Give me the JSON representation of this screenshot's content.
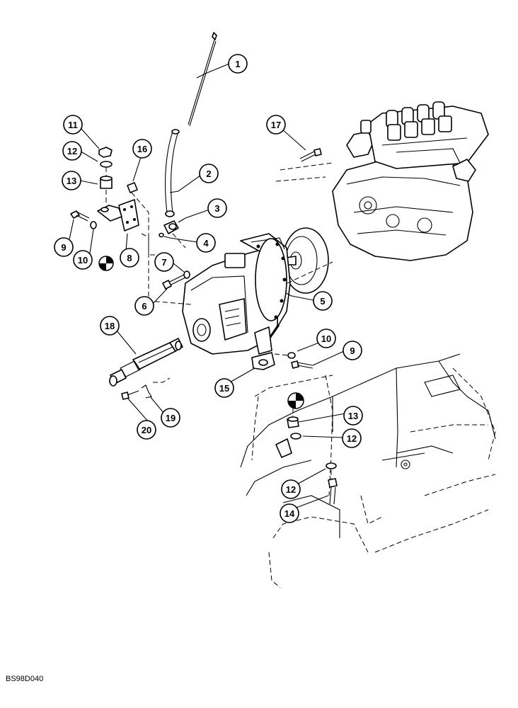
{
  "figure_code": "BS98D040",
  "callouts": [
    {
      "id": "c1",
      "label": "1"
    },
    {
      "id": "c2",
      "label": "2"
    },
    {
      "id": "c3",
      "label": "3"
    },
    {
      "id": "c4",
      "label": "4"
    },
    {
      "id": "c5",
      "label": "5"
    },
    {
      "id": "c6",
      "label": "6"
    },
    {
      "id": "c7",
      "label": "7"
    },
    {
      "id": "c8",
      "label": "8"
    },
    {
      "id": "c9a",
      "label": "9"
    },
    {
      "id": "c9b",
      "label": "9"
    },
    {
      "id": "c10a",
      "label": "10"
    },
    {
      "id": "c10b",
      "label": "10"
    },
    {
      "id": "c11",
      "label": "11"
    },
    {
      "id": "c12a",
      "label": "12"
    },
    {
      "id": "c12b",
      "label": "12"
    },
    {
      "id": "c12c",
      "label": "12"
    },
    {
      "id": "c13a",
      "label": "13"
    },
    {
      "id": "c13b",
      "label": "13"
    },
    {
      "id": "c14",
      "label": "14"
    },
    {
      "id": "c15",
      "label": "15"
    },
    {
      "id": "c16",
      "label": "16"
    },
    {
      "id": "c17",
      "label": "17"
    },
    {
      "id": "c18",
      "label": "18"
    },
    {
      "id": "c19",
      "label": "19"
    },
    {
      "id": "c20",
      "label": "20"
    }
  ]
}
